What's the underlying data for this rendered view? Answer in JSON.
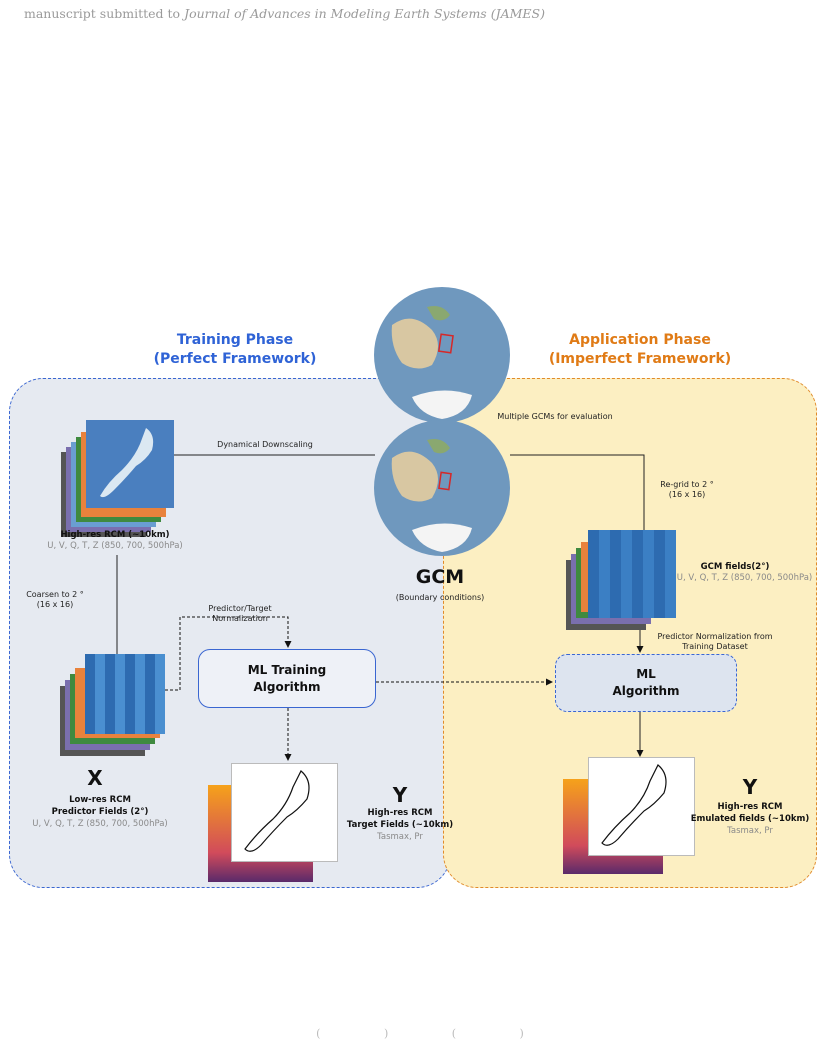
{
  "header": {
    "prefix": "manuscript submitted to",
    "journal": "Journal of Advances in Modeling Earth Systems (JAMES)"
  },
  "training_phase": {
    "title_line1": "Training Phase",
    "title_line2": "(Perfect Framework)",
    "color": "#2f63d6",
    "bg": "#e6eaf1"
  },
  "application_phase": {
    "title_line1": "Application Phase",
    "title_line2": "(Imperfect Framework)",
    "color": "#e07b16",
    "bg": "#fcefc2"
  },
  "highres_rcm": {
    "title": "High-res RCM (~10km)",
    "vars": "U, V, Q, T, Z (850, 700, 500hPa)"
  },
  "coarsen": {
    "line1": "Coarsen to 2 °",
    "line2": "(16 x 16)"
  },
  "dynamical_downscaling": "Dynamical Downscaling",
  "multiple_gcms": "Multiple GCMs for evaluation",
  "gcm": {
    "title": "GCM",
    "subtitle": "(Boundary conditions)"
  },
  "regrid": {
    "line1": "Re-grid to 2 °",
    "line2": "(16 x 16)"
  },
  "gcm_fields": {
    "title": "GCM fields(2°)",
    "vars": "U, V, Q, T, Z (850, 700, 500hPa)"
  },
  "predictor_target_norm": "Predictor/Target Normalization",
  "predictor_norm": {
    "line1": "Predictor Normalization from",
    "line2": "Training Dataset"
  },
  "ml_training": {
    "line1": "ML Training",
    "line2": "Algorithm"
  },
  "ml_algorithm": {
    "line1": "ML",
    "line2": "Algorithm"
  },
  "x_block": {
    "letter": "X",
    "line1": "Low-res RCM",
    "line2": "Predictor Fields (2°)",
    "vars": "U, V, Q, T, Z (850, 700, 500hPa)"
  },
  "y_training": {
    "letter": "Y",
    "line1": "High-res RCM",
    "line2": "Target Fields (~10km)",
    "vars": "Tasmax, Pr"
  },
  "y_application": {
    "letter": "Y",
    "line1": "High-res RCM",
    "line2": "Emulated fields (~10km)",
    "vars": "Tasmax, Pr"
  },
  "footer_fragment": "( ) ( )"
}
